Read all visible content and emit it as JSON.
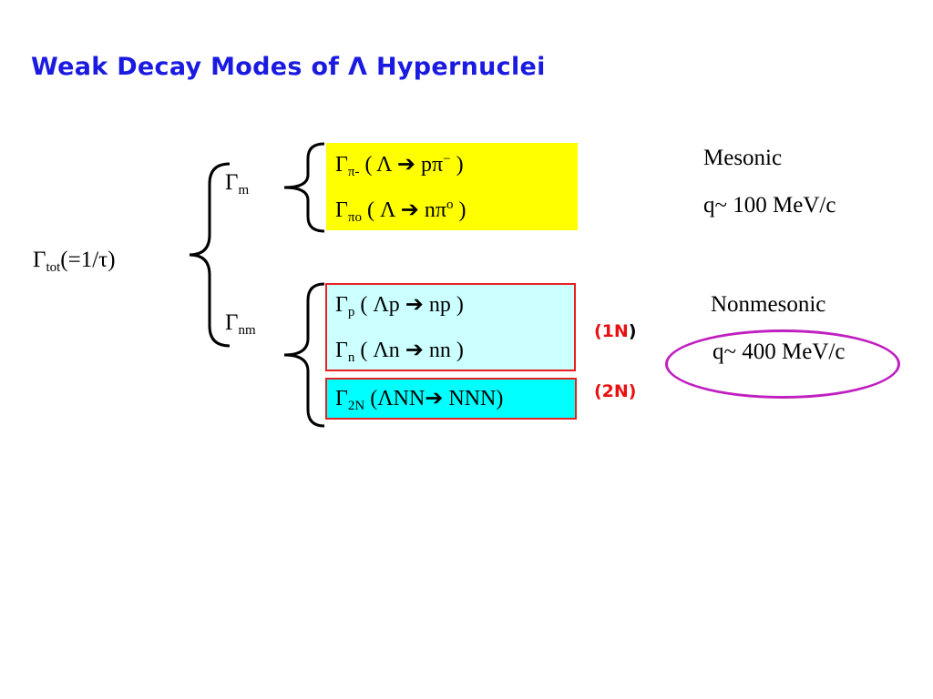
{
  "title": "Weak Decay Modes of Λ Hypernuclei",
  "total": {
    "symbol": "Γ",
    "sub": "tot",
    "rest": "(=1/τ)"
  },
  "mesonic_group": {
    "symbol": "Γ",
    "sub": "m"
  },
  "nonmesonic_group": {
    "symbol": "Γ",
    "sub": "nm"
  },
  "rows": {
    "pi_minus": {
      "symbol": "Γ",
      "sub": "π-",
      "rest": " ( Λ ➔ pπ",
      "sup": "−",
      "close": " )"
    },
    "pi_zero": {
      "symbol": "Γ",
      "sub": "πo",
      "rest": " ( Λ ➔ nπ",
      "sup": "o",
      "close": " )"
    },
    "gamma_p": {
      "symbol": "Γ",
      "sub": "p",
      "rest": " ( Λp ➔ np )"
    },
    "gamma_n": {
      "symbol": "Γ",
      "sub": "n",
      "rest": " ( Λn ➔ nn )"
    },
    "gamma_2n": {
      "symbol": "Γ",
      "sub": "2N",
      "rest": " (ΛNN➔ NNN)"
    }
  },
  "labels": {
    "one_n_open": "(1N",
    "one_n_close": ")",
    "two_n": "(2N)"
  },
  "mesonic": {
    "name": "Mesonic",
    "momentum": "q~ 100 MeV/c"
  },
  "nonmesonic": {
    "name": "Nonmesonic",
    "momentum": "q~ 400 MeV/c"
  },
  "colors": {
    "title": "#1a1ae0",
    "mesonic_box": "#ffff00",
    "one_n_box": "#ccffff",
    "two_n_box": "#00ffff",
    "box_border": "#e82020",
    "label_red": "#e81010",
    "ellipse": "#c020c0"
  }
}
